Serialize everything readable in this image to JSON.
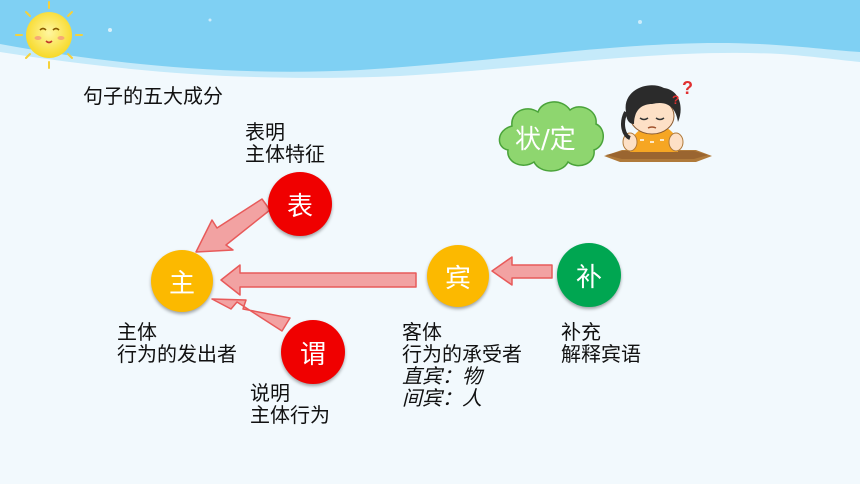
{
  "title": "句子的五大成分",
  "nodes": {
    "zhu": {
      "label": "主",
      "color": "#fcb900"
    },
    "biao": {
      "label": "表",
      "color": "#f00000"
    },
    "wei": {
      "label": "谓",
      "color": "#f00000"
    },
    "bin": {
      "label": "宾",
      "color": "#fcb900"
    },
    "bu": {
      "label": "补",
      "color": "#00a651"
    }
  },
  "captions": {
    "biao": [
      "表明",
      "主体特征"
    ],
    "zhu": [
      "主体",
      "行为的发出者"
    ],
    "wei": [
      "说明",
      "主体行为"
    ],
    "bin": [
      "客体",
      "行为的承受者"
    ],
    "bin_notes": [
      "直宾：物",
      "间宾：人"
    ],
    "bu": [
      "补充",
      "解释宾语"
    ]
  },
  "cloud": {
    "label": "状/定"
  },
  "colors": {
    "background_sky": "#7fd0f3",
    "background_page": "#f2f9fd",
    "arrow_fill": "#f2a2a2",
    "arrow_stroke": "#e85a5a",
    "cloud_fill": "#8ed66f"
  }
}
